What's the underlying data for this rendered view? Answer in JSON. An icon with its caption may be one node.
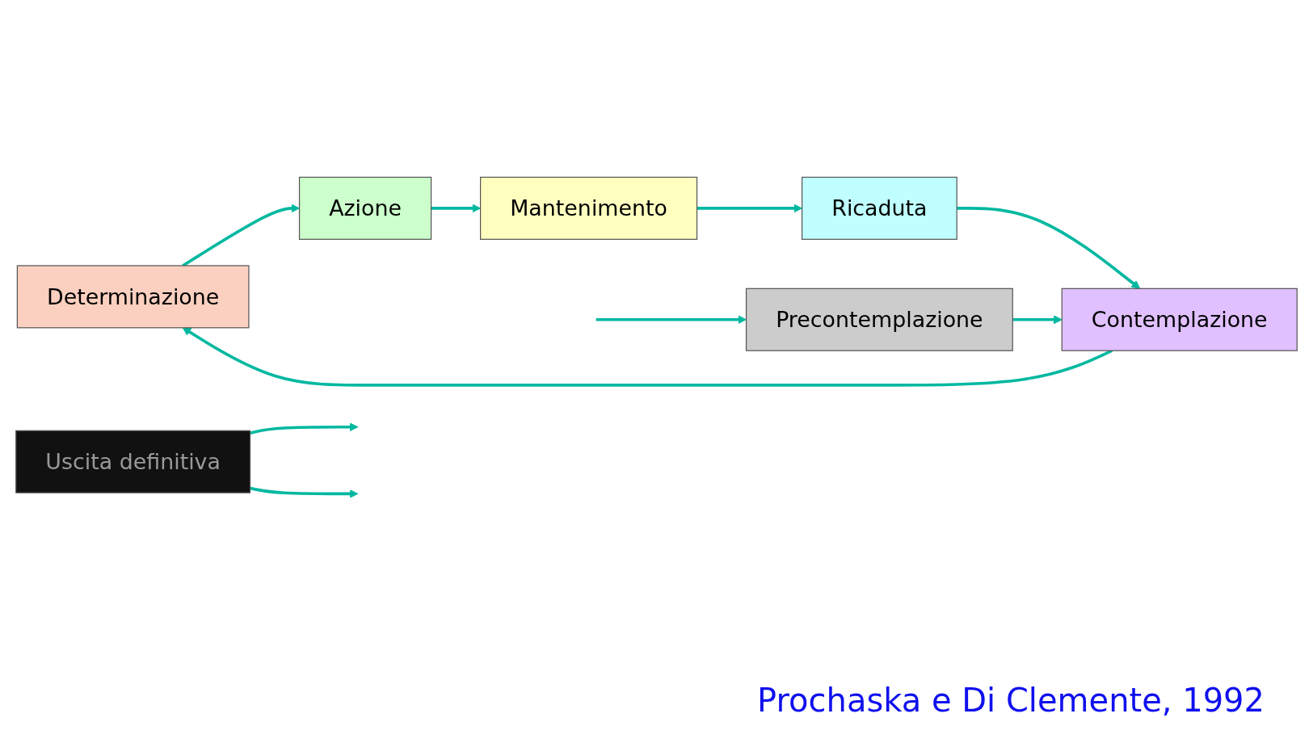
{
  "diagram": {
    "caption": "Prochaska e Di Clemente, 1992",
    "nodes": [
      {
        "text": [
          "Determinazione"
        ]
      },
      {
        "text": [
          "Azione"
        ]
      },
      {
        "text": [
          "Mantenimento"
        ]
      },
      {
        "text": [
          "Uscita definitiva"
        ]
      },
      {
        "text": [
          "Contemplazione"
        ]
      },
      {
        "text": [
          "Ricaduta"
        ]
      },
      {
        "text": [
          "Precontemplazione"
        ]
      }
    ],
    "edges": [
      {
        "from": 0,
        "to": 1,
        "arrow": "to"
      },
      {
        "from": 1,
        "to": 2,
        "arrow": "to"
      },
      {
        "from": 2,
        "to": 5,
        "arrow": "to"
      },
      {
        "from": 5,
        "to": 4,
        "arrow": "to"
      },
      {
        "from": 4,
        "to": 0,
        "arrow": "to"
      },
      {
        "from": 6,
        "to": 4,
        "arrow": "to"
      },
      {
        "from": null,
        "to": 6,
        "arrow": "to"
      },
      {
        "from": 3,
        "to": null,
        "arrow": "to"
      },
      {
        "from": 3,
        "to": null,
        "arrow": "to"
      }
    ]
  }
}
